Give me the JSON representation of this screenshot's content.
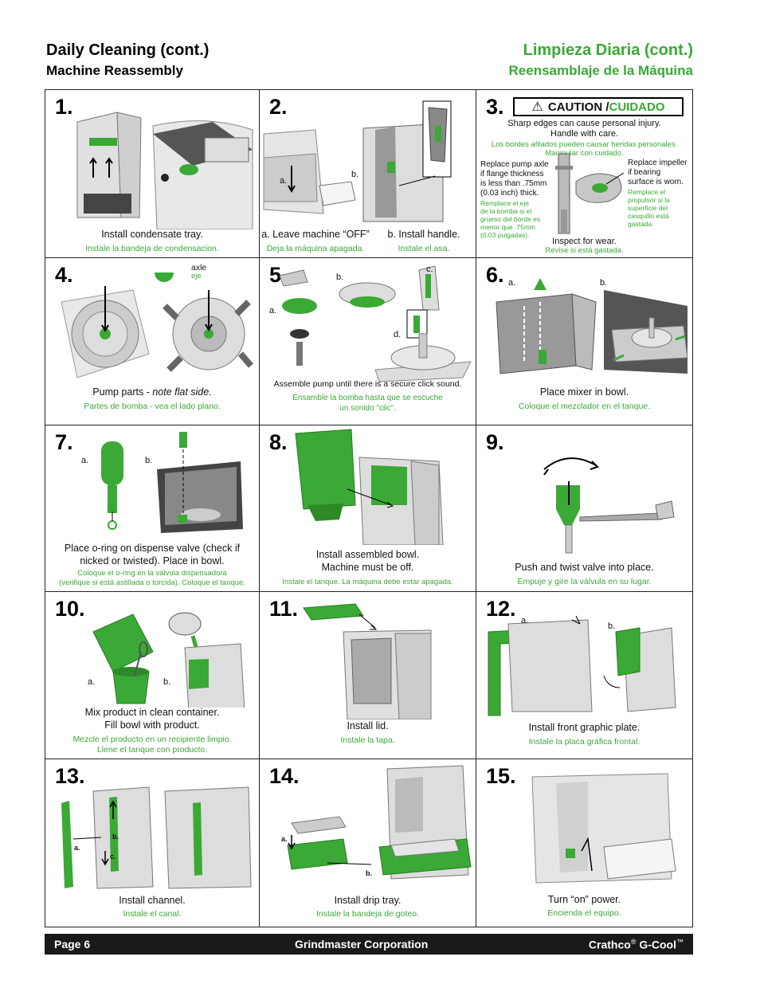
{
  "header": {
    "title_en": "Daily Cleaning (cont.)",
    "subtitle_en": "Machine Reassembly",
    "title_es": "Limpieza Diaria (cont.)",
    "subtitle_es": "Reensamblaje de la Máquina"
  },
  "steps": {
    "s1": {
      "num": "1.",
      "cap": "Install condensate tray.",
      "es": "Instale la bandeja de condensacion."
    },
    "s2": {
      "num": "2.",
      "cap_a": "a. Leave machine “OFF”",
      "cap_b": "b. Install handle.",
      "es_a": "Deja la máquina apagada.",
      "es_b": "Instale el asa.",
      "la": "a.",
      "lb": "b."
    },
    "s3": {
      "num": "3.",
      "caution_en": "CAUTION / ",
      "caution_es": "CUIDADO",
      "warn_en_1": "Sharp edges can cause personal injury.",
      "warn_en_2": "Handle with care.",
      "warn_es_1": "Los bordes afilados pueden causar heridas personales.",
      "warn_es_2": "Manipular con cuidado.",
      "axle_en": [
        "Replace pump axle",
        "if flange thickness",
        "is less than .75mm",
        "(0.03 inch) thick."
      ],
      "axle_es": [
        "Remplace el eje",
        "de la bomba si el",
        "grueso del borde es",
        "menor que .75mm",
        "(0.03 pulgadas)."
      ],
      "imp_en": [
        "Replace impeller",
        "if bearing",
        "surface is worn."
      ],
      "imp_es": [
        "Remplace el",
        "propulsor si la",
        "superficie del",
        "casquillo está",
        "gastada."
      ],
      "cap": "Inspect for wear.",
      "es": "Revise si está gastada."
    },
    "s4": {
      "num": "4.",
      "axle": "axle",
      "eje": "eje",
      "cap_pre": "Pump parts - ",
      "cap_it": "note flat side.",
      "es": "Partes de bomba - vea el lado plano."
    },
    "s5": {
      "num": "5.",
      "la": "a.",
      "lb": "b.",
      "lc": "c.",
      "ld": "d.",
      "cap": "Assemble pump until there is a secure click sound.",
      "es_1": "Ensamble la bomba hasta que se escuche",
      "es_2": "un sonido \"clic\"."
    },
    "s6": {
      "num": "6.",
      "la": "a.",
      "lb": "b.",
      "cap": "Place mixer in bowl.",
      "es": "Coloque el mezclador en el tanque."
    },
    "s7": {
      "num": "7.",
      "la": "a.",
      "lb": "b.",
      "cap_1": "Place o-ring on dispense valve (check if",
      "cap_2": "nicked or twisted). Place in bowl.",
      "es_1": "Coloque el o-ring en la válvula dispensadora",
      "es_2": "(verifique si está astillada o torcida). Coloque el tanque."
    },
    "s8": {
      "num": "8.",
      "cap_1": "Install assembled bowl.",
      "cap_2": "Machine must be off.",
      "es": "Instale el tanque. La máquina debe estar apagada."
    },
    "s9": {
      "num": "9.",
      "cap": "Push and twist valve into place.",
      "es": "Empuje y gire la válvula en su lugar."
    },
    "s10": {
      "num": "10.",
      "la": "a.",
      "lb": "b.",
      "cap_1": "Mix product in clean container.",
      "cap_2": "Fill bowl with product.",
      "es_1": "Mezcle el producto en un recipiente limpio.",
      "es_2": "Llene el tanque con producto."
    },
    "s11": {
      "num": "11.",
      "cap": "Install lid.",
      "es": "Instale la tapa."
    },
    "s12": {
      "num": "12.",
      "la": "a.",
      "lb": "b.",
      "cap": "Install front graphic plate.",
      "es": "Instale la placa gráfica frontal."
    },
    "s13": {
      "num": "13.",
      "la": "a.",
      "lb": "b.",
      "lc": "c.",
      "cap": "Install channel.",
      "es": "Instale el canal."
    },
    "s14": {
      "num": "14.",
      "la": "a.",
      "lb": "b.",
      "cap": "Install drip tray.",
      "es": "Instale la bandeja de goteo."
    },
    "s15": {
      "num": "15.",
      "cap": "Turn “on” power.",
      "es": "Encienda el equipo."
    }
  },
  "footer": {
    "page": "Page 6",
    "company": "Grindmaster Corporation",
    "brand": "Crathco",
    "reg": "®",
    "product": " G-Cool",
    "tm": "™"
  },
  "colors": {
    "green": "#3aa935",
    "gray": "#c8c8c8",
    "dark": "#1a1a1a"
  }
}
